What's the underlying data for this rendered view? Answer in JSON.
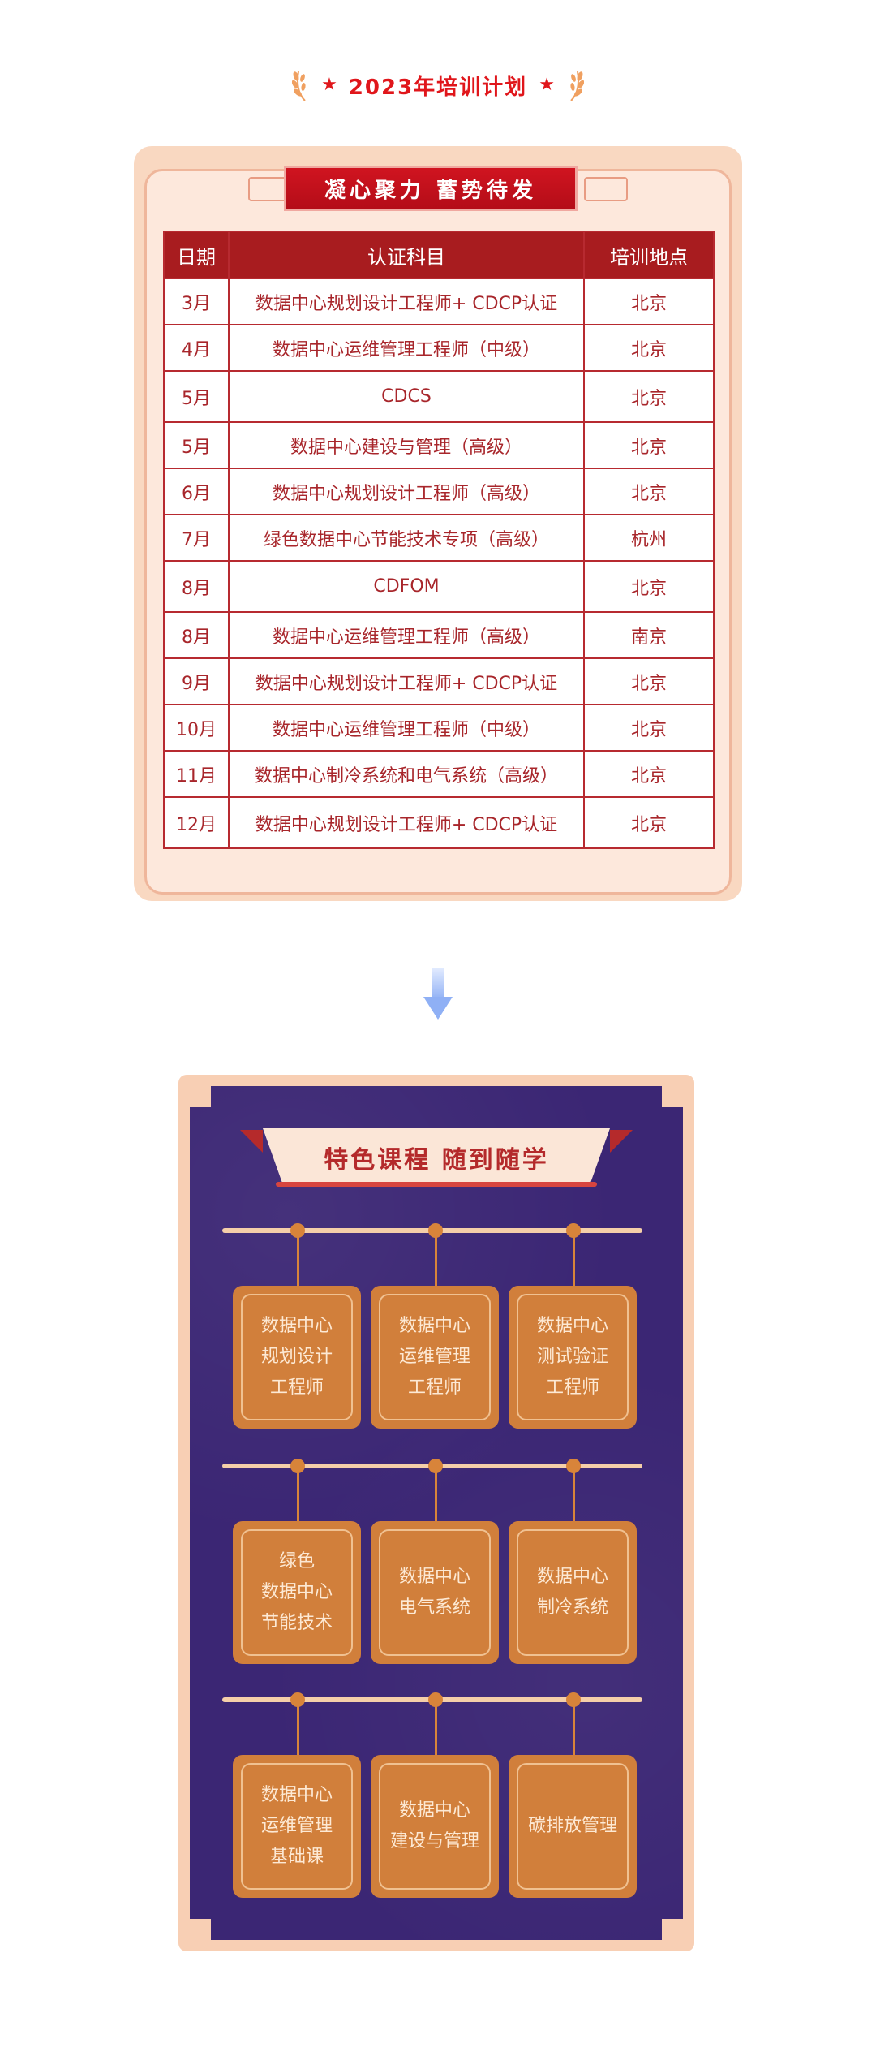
{
  "header": {
    "title": "2023年培训计划",
    "star": "★",
    "accent_color": "#e0161b"
  },
  "schedule": {
    "banner": "凝心聚力 蓄势待发",
    "columns": [
      "日期",
      "认证科目",
      "培训地点"
    ],
    "rows": [
      {
        "month": "3月",
        "course": "数据中心规划设计工程师+ CDCP认证",
        "place": "北京"
      },
      {
        "month": "4月",
        "course": "数据中心运维管理工程师（中级）",
        "place": "北京"
      },
      {
        "month": "5月",
        "course": "CDCS",
        "place": "北京"
      },
      {
        "month": "5月",
        "course": "数据中心建设与管理（高级）",
        "place": "北京"
      },
      {
        "month": "6月",
        "course": "数据中心规划设计工程师（高级）",
        "place": "北京"
      },
      {
        "month": "7月",
        "course": "绿色数据中心节能技术专项（高级）",
        "place": "杭州"
      },
      {
        "month": "8月",
        "course": "CDFOM",
        "place": "北京"
      },
      {
        "month": "8月",
        "course": "数据中心运维管理工程师（高级）",
        "place": "南京"
      },
      {
        "month": "9月",
        "course": "数据中心规划设计工程师+ CDCP认证",
        "place": "北京"
      },
      {
        "month": "10月",
        "course": "数据中心运维管理工程师（中级）",
        "place": "北京"
      },
      {
        "month": "11月",
        "course": "数据中心制冷系统和电气系统（高级）",
        "place": "北京"
      },
      {
        "month": "12月",
        "course": "数据中心规划设计工程师+ CDCP认证",
        "place": "北京"
      }
    ]
  },
  "featured": {
    "banner": "特色课程  随到随学",
    "courses": [
      "数据中心\n规划设计\n工程师",
      "数据中心\n运维管理\n工程师",
      "数据中心\n测试验证\n工程师",
      "绿色\n数据中心\n节能技术",
      "数据中心\n电气系统",
      "数据中心\n制冷系统",
      "数据中心\n运维管理\n基础课",
      "数据中心\n建设与管理",
      "碳排放管理"
    ]
  },
  "colors": {
    "table_header": "#a81c1f",
    "card_purple": "#3b2674",
    "course_orange": "#d17f3b",
    "arrow_blue": "#8fb0f5"
  }
}
